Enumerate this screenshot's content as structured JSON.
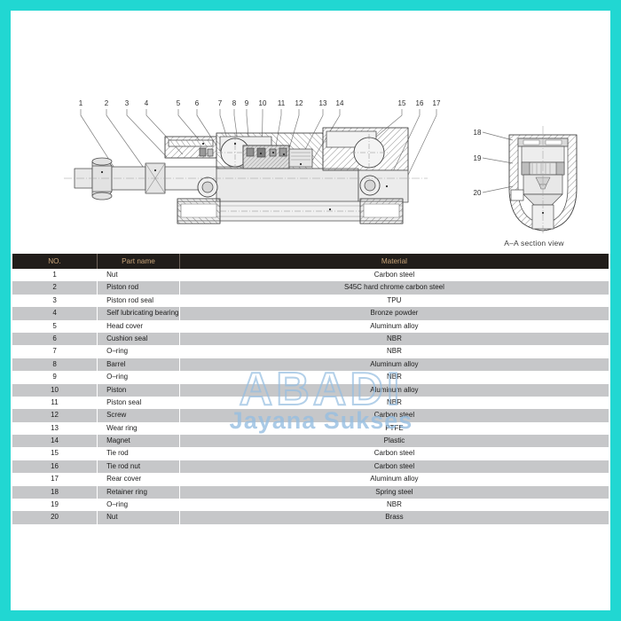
{
  "border_color": "#21d7d2",
  "diagram": {
    "main_callouts": [
      "1",
      "2",
      "3",
      "4",
      "5",
      "6",
      "7",
      "8",
      "9",
      "10",
      "11",
      "12",
      "13",
      "14",
      "15",
      "16",
      "17"
    ],
    "section_callouts": [
      "18",
      "19",
      "20"
    ],
    "section_caption": "A–A section view"
  },
  "watermark": {
    "line1": "ABADI",
    "line2": "Jayana Sukses",
    "color": "#96bee1"
  },
  "table": {
    "header": {
      "no": "NO.",
      "part_name": "Part name",
      "material": "Material",
      "bg": "#211d1a",
      "text": "#c9a478"
    },
    "rows": [
      {
        "no": "1",
        "part": "Nut",
        "material": "Carbon steel"
      },
      {
        "no": "2",
        "part": "Piston rod",
        "material": "S45C hard chrome carbon steel"
      },
      {
        "no": "3",
        "part": "Piston rod seal",
        "material": "TPU"
      },
      {
        "no": "4",
        "part": "Self lubricating bearing",
        "material": "Bronze powder"
      },
      {
        "no": "5",
        "part": "Head cover",
        "material": "Aluminum alloy"
      },
      {
        "no": "6",
        "part": "Cushion seal",
        "material": "NBR"
      },
      {
        "no": "7",
        "part": "O–ring",
        "material": "NBR"
      },
      {
        "no": "8",
        "part": "Barrel",
        "material": "Aluminum alloy"
      },
      {
        "no": "9",
        "part": "O–ring",
        "material": "NBR"
      },
      {
        "no": "10",
        "part": "Piston",
        "material": "Aluminum alloy"
      },
      {
        "no": "11",
        "part": "Piston seal",
        "material": "NBR"
      },
      {
        "no": "12",
        "part": "Screw",
        "material": "Carbon steel"
      },
      {
        "no": "13",
        "part": "Wear ring",
        "material": "PTFE"
      },
      {
        "no": "14",
        "part": "Magnet",
        "material": "Plastic"
      },
      {
        "no": "15",
        "part": "Tie rod",
        "material": "Carbon steel"
      },
      {
        "no": "16",
        "part": "Tie rod nut",
        "material": "Carbon steel"
      },
      {
        "no": "17",
        "part": "Rear cover",
        "material": "Aluminum alloy"
      },
      {
        "no": "18",
        "part": "Retainer ring",
        "material": "Spring steel"
      },
      {
        "no": "19",
        "part": "O–ring",
        "material": "NBR"
      },
      {
        "no": "20",
        "part": "Nut",
        "material": "Brass"
      }
    ]
  }
}
